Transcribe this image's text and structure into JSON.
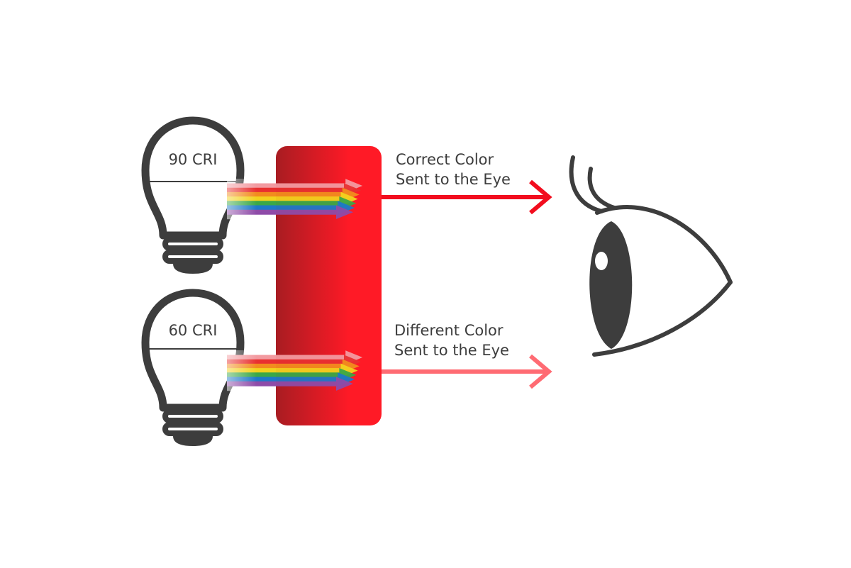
{
  "bulbs": [
    {
      "label": "90 CRI"
    },
    {
      "label": "60 CRI"
    }
  ],
  "outputs": [
    {
      "line1": "Correct Color",
      "line2": "Sent to the Eye"
    },
    {
      "line1": "Different Color",
      "line2": "Sent to the Eye"
    }
  ],
  "colors": {
    "ink": "#3d3d3d",
    "filter_dark": "#a81c22",
    "filter_light": "#ff1a26",
    "correct_arrow": "#f20d1e",
    "different_arrow": "#ff6b73",
    "spectrum": [
      "#f29aa0",
      "#e83030",
      "#f28c1e",
      "#f2d21e",
      "#3aa847",
      "#1e78c8",
      "#8e4ba8"
    ]
  }
}
